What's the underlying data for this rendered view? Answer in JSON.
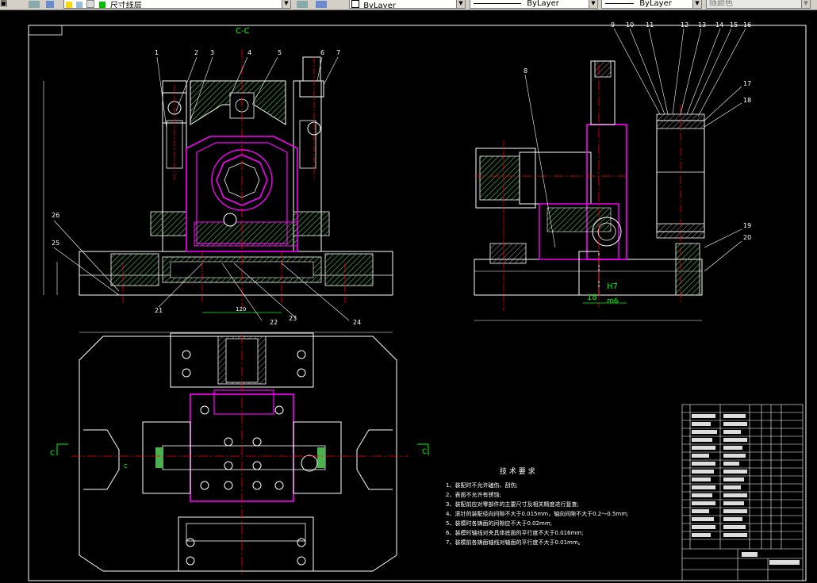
{
  "toolbar": {
    "layer_name": "尺寸线层",
    "color_combo": "ByLayer",
    "linetype_combo": "ByLayer",
    "lineweight_combo": "ByLayer",
    "plotstyle_combo": "随颜色"
  },
  "drawing": {
    "section_label": "C-C",
    "balloons_top": [
      "1",
      "2",
      "3",
      "4",
      "5",
      "6",
      "7"
    ],
    "balloons_right": [
      "9",
      "10",
      "11",
      "12",
      "13",
      "14",
      "15",
      "16",
      "17",
      "18",
      "19",
      "20"
    ],
    "balloon_8": "8",
    "balloons_left": [
      "26",
      "25",
      "21",
      "22",
      "23",
      "24"
    ],
    "dim_120": "120",
    "fit_note_top": "H7",
    "fit_note_base": "18",
    "fit_note_bottom": "m6",
    "section_arrow_label": "C",
    "tech_requirements_title": "技 术 要 求",
    "tech_requirements": [
      "1、装配时不允许磕伤、刮伤;",
      "2、表面不允许有锈蚀;",
      "3、装配前应对零部件的主要尺寸及相关精度进行复查;",
      "4、滚针的装配径向间隙不大于0.015mm，轴向间隙不大于0.2～0.5mm;",
      "5、装模时各铸面的间隙应不大于0.02mm;",
      "6、装模时轴线对夹具体底面的平行度不大于0.016mm;",
      "7、装模前各铸面轴线对轴面的平行度不大于0.01mm。"
    ]
  },
  "colors": {
    "background": "#000000",
    "line_white": "#ffffff",
    "magenta": "#ff00ff",
    "center_red": "#ff0000",
    "dim_green": "#00ff00",
    "hatch_green": "#4caf50",
    "toolbar_bg": "#d4d0c8"
  }
}
